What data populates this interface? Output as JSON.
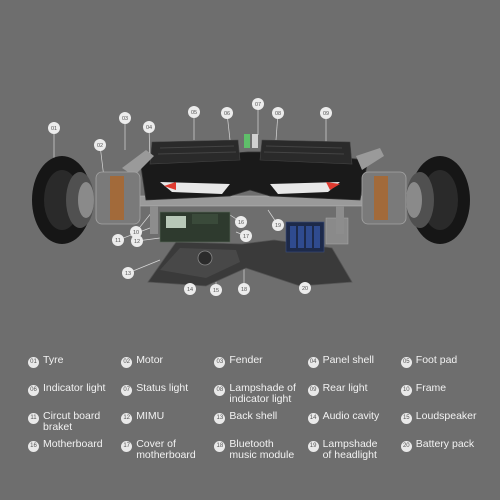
{
  "callouts": [
    "01",
    "02",
    "03",
    "04",
    "05",
    "06",
    "07",
    "08",
    "09",
    "10",
    "11",
    "12",
    "13",
    "14",
    "15",
    "16",
    "17",
    "18",
    "19",
    "20"
  ],
  "legend": [
    {
      "num": "01",
      "label": "Tyre"
    },
    {
      "num": "02",
      "label": "Motor"
    },
    {
      "num": "03",
      "label": "Fender"
    },
    {
      "num": "04",
      "label": "Panel shell"
    },
    {
      "num": "05",
      "label": "Foot pad"
    },
    {
      "num": "06",
      "label": "Indicator light"
    },
    {
      "num": "07",
      "label": "Status light"
    },
    {
      "num": "08",
      "label": "Lampshade of\nindicator light"
    },
    {
      "num": "09",
      "label": "Rear light"
    },
    {
      "num": "10",
      "label": "Frame"
    },
    {
      "num": "11",
      "label": "Circut board\nbraket"
    },
    {
      "num": "12",
      "label": "MIMU"
    },
    {
      "num": "13",
      "label": "Back shell"
    },
    {
      "num": "14",
      "label": "Audio cavity"
    },
    {
      "num": "15",
      "label": "Loudspeaker"
    },
    {
      "num": "16",
      "label": "Motherboard"
    },
    {
      "num": "17",
      "label": "Cover of\nmotherboard"
    },
    {
      "num": "18",
      "label": "Bluetooth\nmusic module"
    },
    {
      "num": "19",
      "label": "Lampshade\nof headlight"
    },
    {
      "num": "20",
      "label": "Battery pack"
    }
  ],
  "colors": {
    "background": "#6e6e6e",
    "shell": "#1c1c1c",
    "pad": "#2a2a2a",
    "accent": "#e03a2f",
    "callout": "#ececec"
  }
}
